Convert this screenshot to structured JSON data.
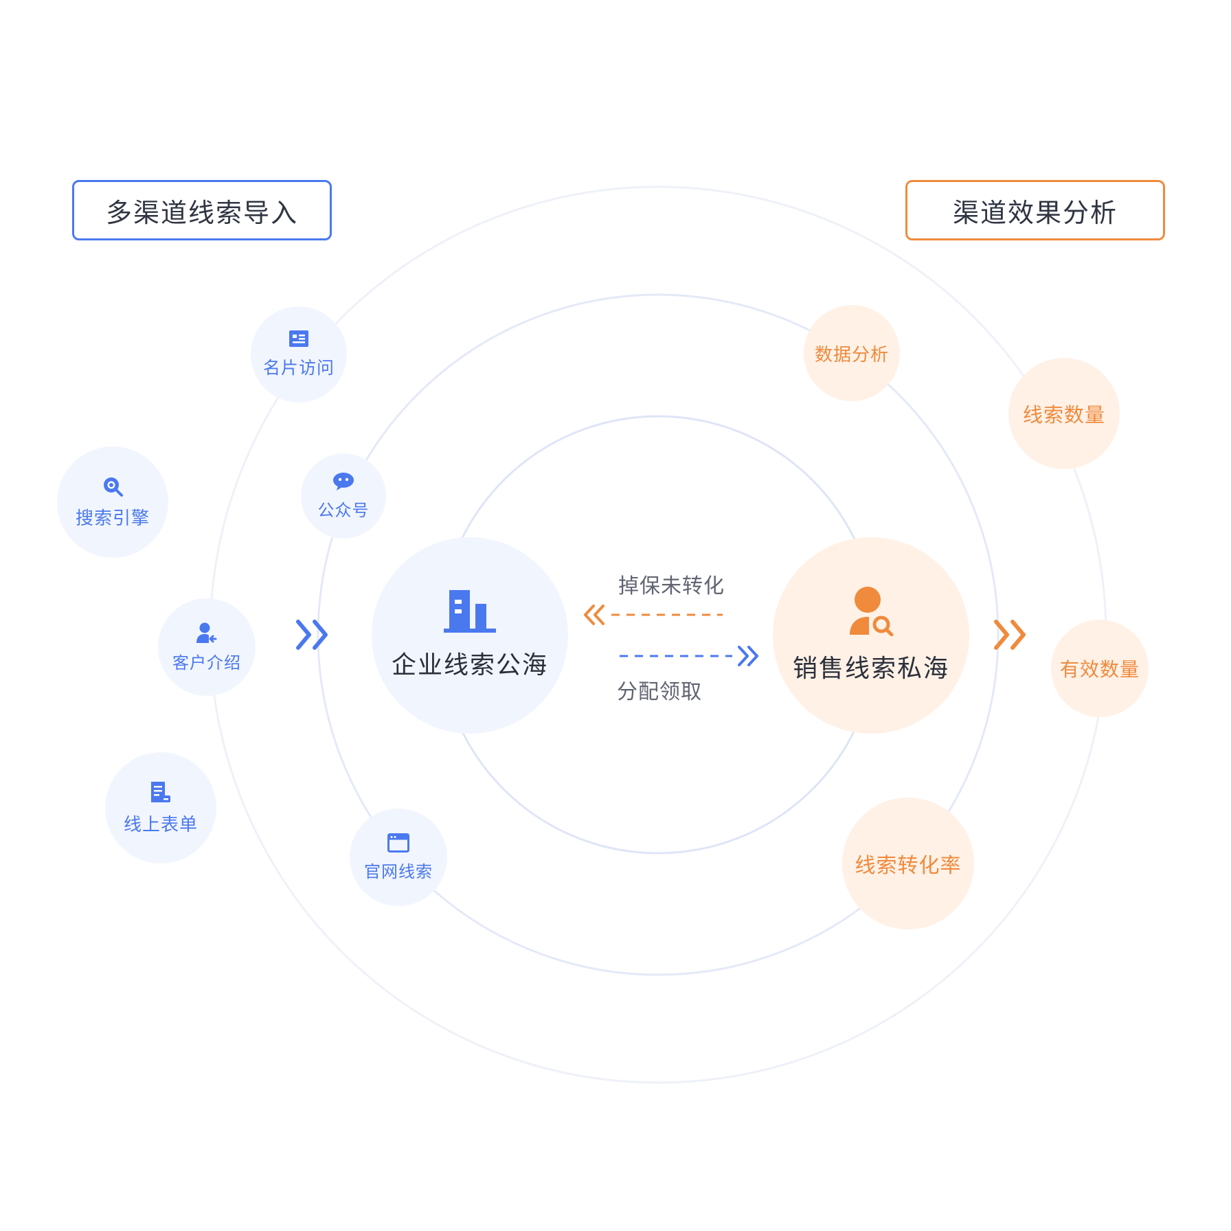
{
  "headers": {
    "left": "多渠道线索导入",
    "right": "渠道效果分析"
  },
  "sources": [
    {
      "id": "card",
      "label": "名片访问",
      "icon": "id-card-icon"
    },
    {
      "id": "search",
      "label": "搜索引擎",
      "icon": "search-icon"
    },
    {
      "id": "wechat",
      "label": "公众号",
      "icon": "chat-bubble-icon"
    },
    {
      "id": "referral",
      "label": "客户介绍",
      "icon": "user-referral-icon"
    },
    {
      "id": "form",
      "label": "线上表单",
      "icon": "document-icon"
    },
    {
      "id": "website",
      "label": "官网线索",
      "icon": "browser-window-icon"
    }
  ],
  "hubs": {
    "public": {
      "label": "企业线索公海",
      "icon": "building-icon"
    },
    "private": {
      "label": "销售线索私海",
      "icon": "user-search-icon"
    }
  },
  "flows": {
    "back": "掉保未转化",
    "forward": "分配领取"
  },
  "metrics": [
    {
      "id": "analysis",
      "label": "数据分析"
    },
    {
      "id": "count",
      "label": "线索数量"
    },
    {
      "id": "valid",
      "label": "有效数量"
    },
    {
      "id": "conversion",
      "label": "线索转化率"
    }
  ],
  "colors": {
    "blue": "#4a78ef",
    "orange": "#f08a3c",
    "blue_bg": "#f1f5fe",
    "orange_bg": "#fff1e6",
    "ring": "#e4e9f8"
  }
}
